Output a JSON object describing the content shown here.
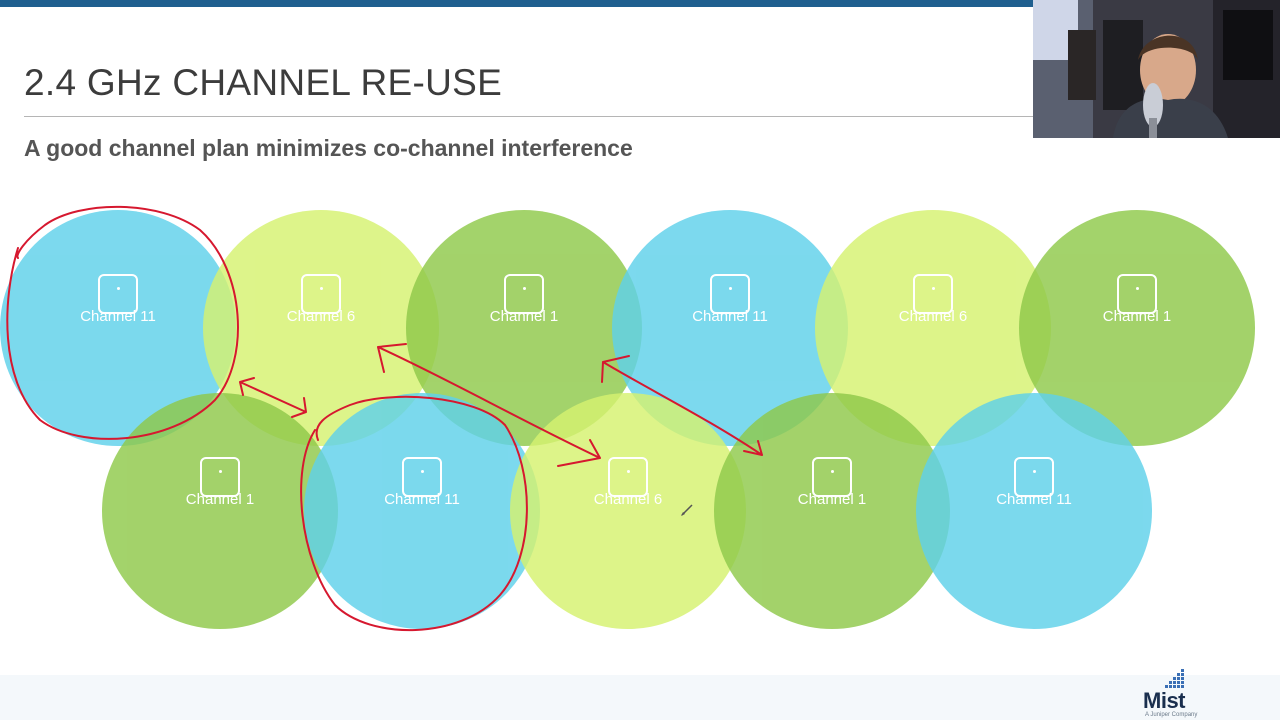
{
  "slide": {
    "title": "2.4 GHz CHANNEL RE-USE",
    "subtitle": "A good channel plan minimizes co-channel interference"
  },
  "cells": [
    {
      "label": "Channel 11",
      "color": "blue"
    },
    {
      "label": "Channel 6",
      "color": "light"
    },
    {
      "label": "Channel 1",
      "color": "green"
    },
    {
      "label": "Channel 11",
      "color": "blue"
    },
    {
      "label": "Channel 6",
      "color": "light"
    },
    {
      "label": "Channel 1",
      "color": "green"
    },
    {
      "label": "Channel 1",
      "color": "green"
    },
    {
      "label": "Channel 11",
      "color": "blue"
    },
    {
      "label": "Channel 6",
      "color": "light"
    },
    {
      "label": "Channel 1",
      "color": "green"
    },
    {
      "label": "Channel 11",
      "color": "blue"
    }
  ],
  "colors": {
    "blue": "#5fd1ea",
    "light": "#d6f270",
    "green": "#8fc94a",
    "annotation": "#d6182f",
    "header_bar": "#1f5f8f"
  },
  "logo": {
    "brand": "Mist",
    "tagline": "A Juniper Company"
  },
  "icons": {
    "access_point": "access-point-icon",
    "pen_cursor": "pen-cursor-icon"
  }
}
